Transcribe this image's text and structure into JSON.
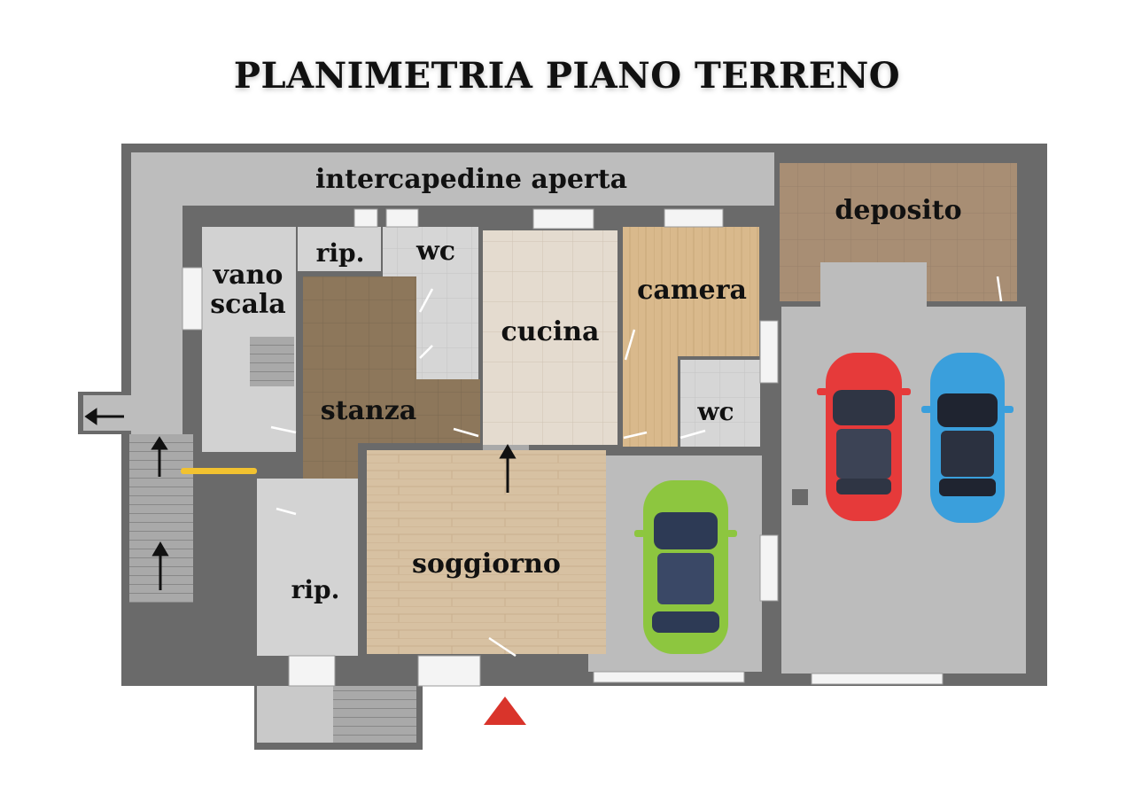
{
  "title": "PLANIMETRIA PIANO TERRENO",
  "rooms": {
    "intercapedine": "intercapedine aperta",
    "deposito": "deposito",
    "vano_1": "vano",
    "vano_2": "scala",
    "rip_top": "rip.",
    "wc_top": "wc",
    "cucina": "cucina",
    "camera": "camera",
    "stanza": "stanza",
    "wc_right": "wc",
    "soggiorno": "soggiorno",
    "rip_bottom": "rip."
  },
  "icons": {
    "arrows": [
      "arrow-left-icon",
      "arrow-up-icon",
      "arrow-up-icon",
      "arrow-up-icon"
    ],
    "cars": [
      "red-car-icon",
      "blue-car-icon",
      "green-car-icon"
    ],
    "entrance": "entrance-triangle-icon"
  },
  "colors": {
    "wall": "#6a6a6a",
    "outdoor_floor": "#bfbfbf",
    "tile_floor": "#dcdcdc",
    "wood_dark": "#8e7658",
    "wood_light": "#d8c2a3",
    "cucina_tile": "#e3d9cc",
    "deposito_tile": "#a88e74",
    "car_red": "#e63a3a",
    "car_blue": "#3a9fdc",
    "car_green": "#8dc63f",
    "entrance": "#d9342b",
    "stair_accent": "#f2c230"
  }
}
